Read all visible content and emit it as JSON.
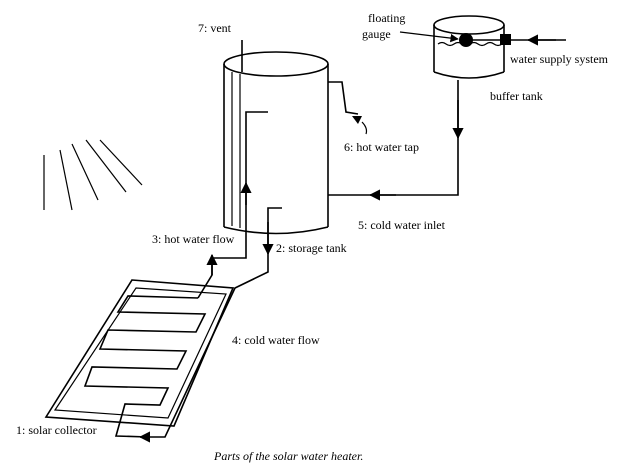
{
  "labels": {
    "vent": "7: vent",
    "floating_gauge_line1": "floating",
    "floating_gauge_line2": "gauge",
    "water_supply": "water supply system",
    "buffer_tank": "buffer tank",
    "hot_water_tap": "6: hot water tap",
    "cold_water_inlet": "5: cold water inlet",
    "hot_water_flow": "3: hot water flow",
    "storage_tank": "2: storage tank",
    "cold_water_flow": "4: cold water flow",
    "solar_collector": "1: solar collector"
  },
  "caption": "Parts of the solar water heater."
}
